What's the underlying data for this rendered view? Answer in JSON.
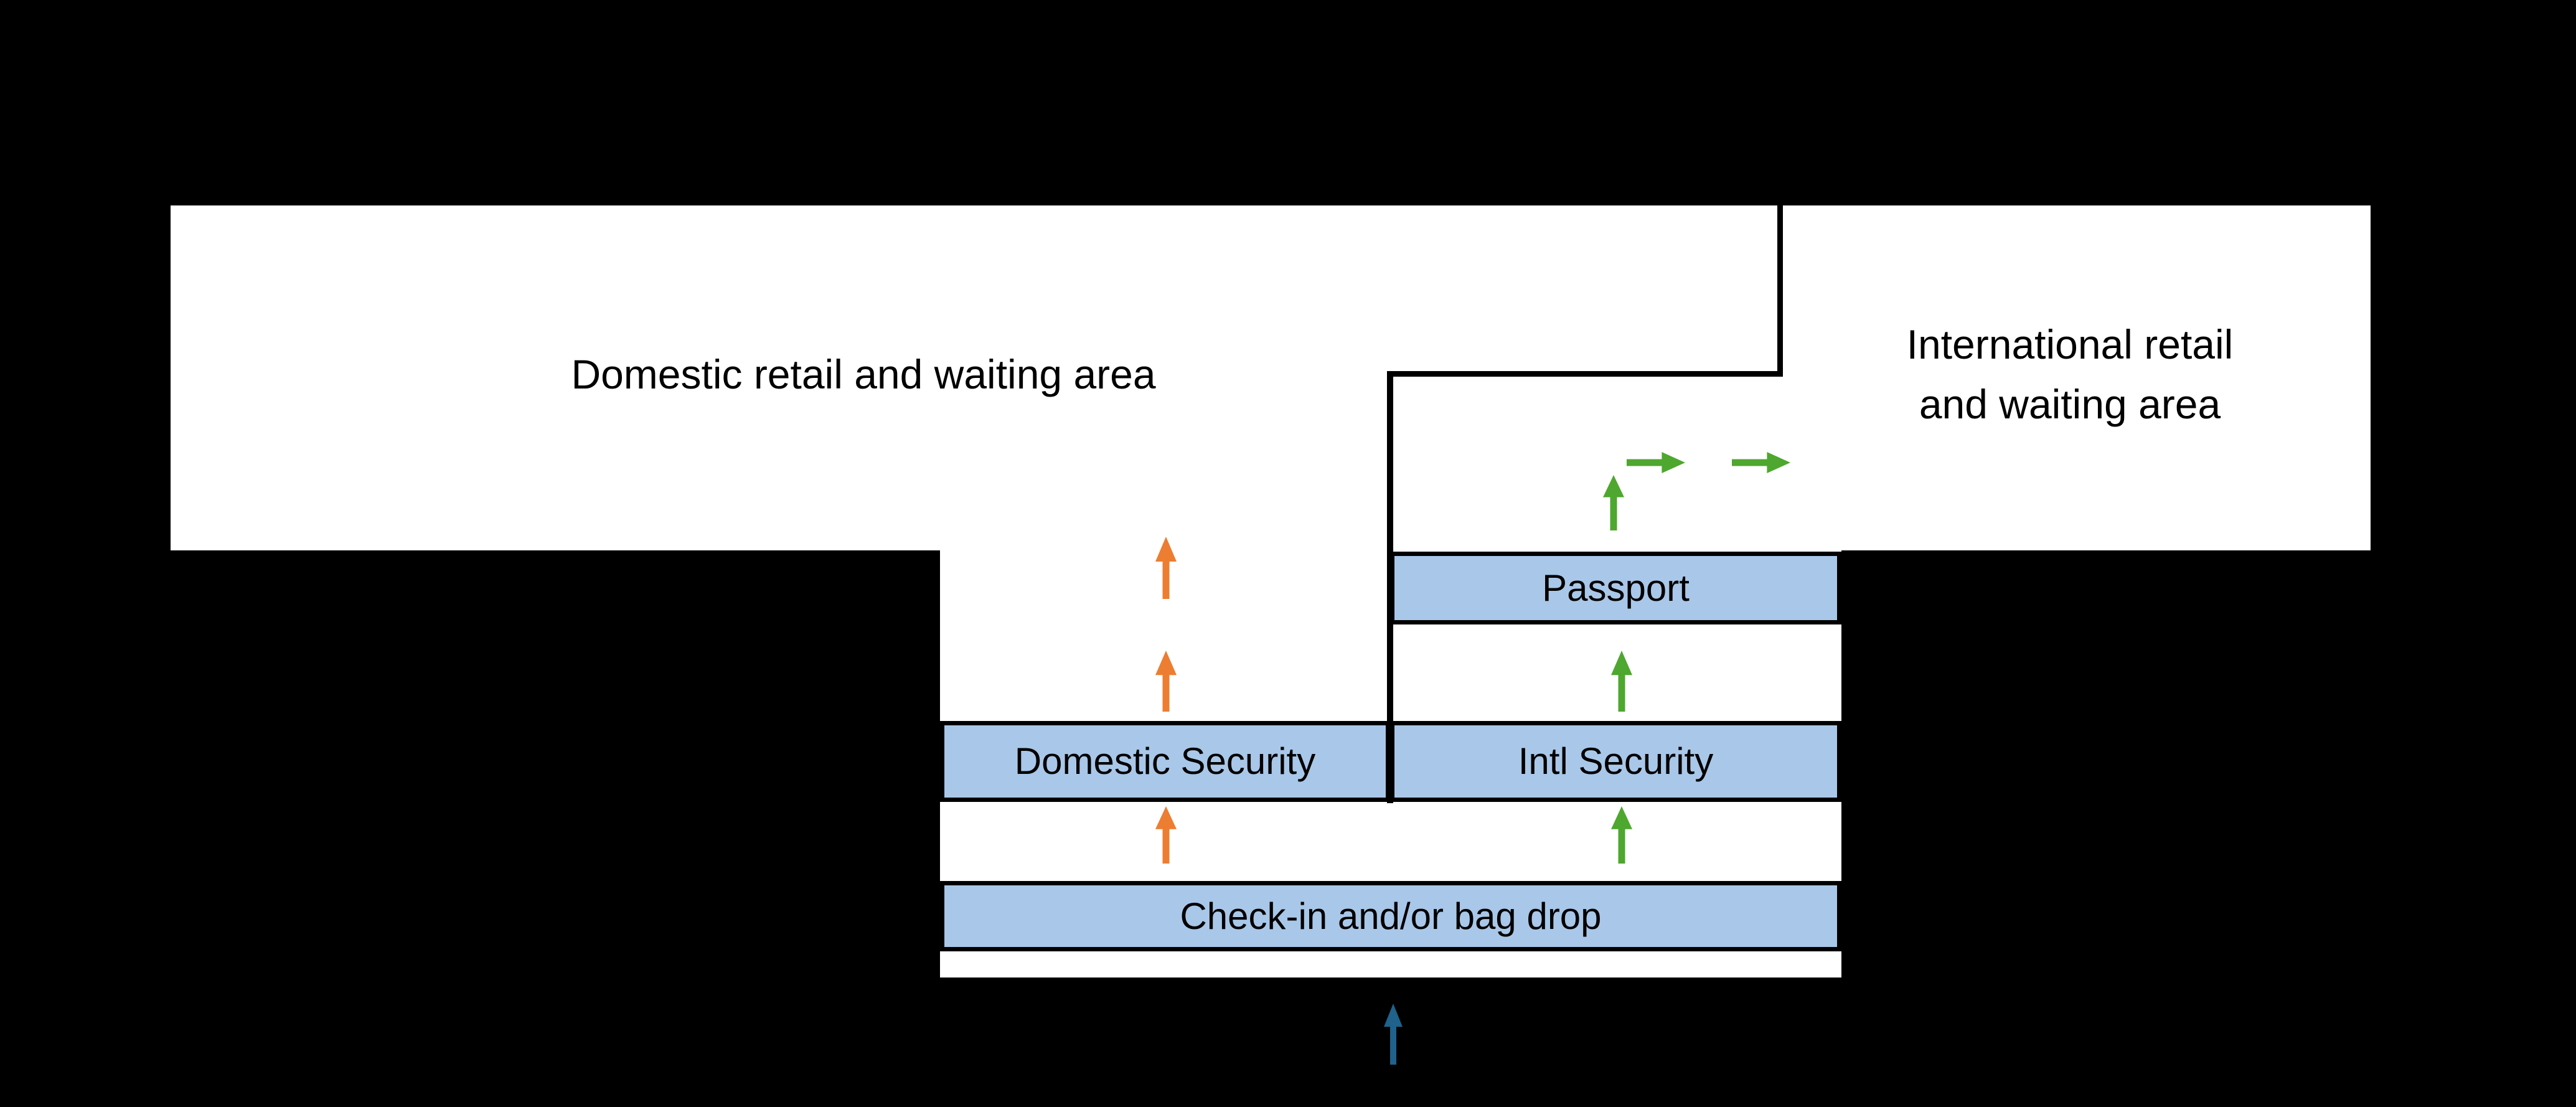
{
  "areas": {
    "domestic_retail": {
      "label": "Domestic retail and waiting area"
    },
    "international_retail": {
      "label": "International retail\nand waiting area"
    }
  },
  "stations": {
    "passport": {
      "label": "Passport"
    },
    "domestic_security": {
      "label": "Domestic Security"
    },
    "intl_security": {
      "label": "Intl Security"
    },
    "checkin": {
      "label": "Check-in and/or bag drop"
    }
  },
  "colors": {
    "background": "#000000",
    "floor": "#FFFFFF",
    "wall": "#000000",
    "text": "#000000",
    "station_fill": "#A9C7E8",
    "station_border": "#000000",
    "domestic_flow": "#ED7D31",
    "international_flow": "#4EA72E",
    "entry_flow": "#1F628B"
  }
}
